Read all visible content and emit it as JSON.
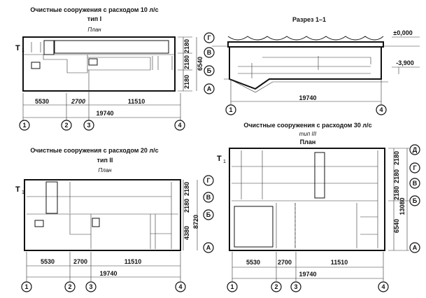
{
  "plan1": {
    "title": "Очистные сооружения с расходом 10 л/с",
    "type": "тип  I",
    "subtitle": "План",
    "dims": {
      "d1": "5530",
      "d2": "2700",
      "d3": "11510",
      "total": "19740",
      "v1": "2180",
      "v2": "2180",
      "v3": "2180",
      "vtotal": "6540"
    },
    "axes_x": [
      "1",
      "2",
      "3",
      "4"
    ],
    "axes_y": [
      "Г",
      "В",
      "Б",
      "А"
    ],
    "section_mark": "1"
  },
  "section": {
    "title": "Разрез 1–1",
    "level_top": "±0,000",
    "level_bottom": "-3,900",
    "total": "19740",
    "axes_x": [
      "1",
      "4"
    ]
  },
  "plan2": {
    "title": "Очистные сооружения с расходом 20 л/с",
    "type": "тип  II",
    "subtitle": "План",
    "dims": {
      "d1": "5530",
      "d2": "2700",
      "d3": "11510",
      "total": "19740",
      "v1": "2180",
      "v2": "2180",
      "v3": "4380",
      "vtotal": "8720"
    },
    "axes_x": [
      "1",
      "2",
      "3",
      "4"
    ],
    "axes_y": [
      "Г",
      "В",
      "Б",
      "А"
    ],
    "section_mark": "1"
  },
  "plan3": {
    "title": "Очистные сооружения с расходом 30 л/с",
    "type": "тип  III",
    "subtitle": "План",
    "dims": {
      "d1": "5530",
      "d2": "2700",
      "d3": "11510",
      "total": "19740",
      "v1": "2180",
      "v2": "2180",
      "v3": "2180",
      "v4": "6540",
      "vtotal": "13080"
    },
    "axes_x": [
      "1",
      "2",
      "3",
      "4"
    ],
    "axes_y": [
      "Д",
      "Г",
      "В",
      "Б",
      "А"
    ],
    "section_mark": "1"
  }
}
